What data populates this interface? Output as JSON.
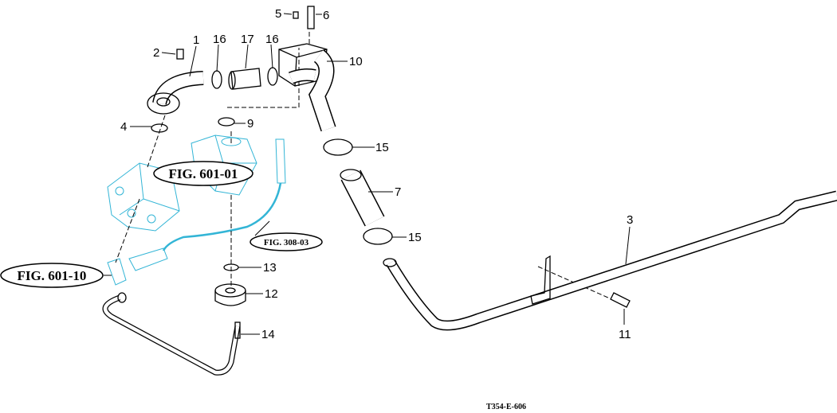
{
  "callouts": [
    "1",
    "2",
    "16",
    "17",
    "16",
    "5",
    "6",
    "10",
    "4",
    "9",
    "15",
    "7",
    "15",
    "3",
    "13",
    "12",
    "14",
    "11"
  ],
  "figure_refs": {
    "fig_601_01": "FIG. 601-01",
    "fig_308_03": "FIG. 308-03",
    "fig_601_10": "FIG. 601-10"
  },
  "drawing_code": "T354-E-606",
  "colors": {
    "lines": "#000000",
    "reference_parts": "#33b5d6"
  }
}
